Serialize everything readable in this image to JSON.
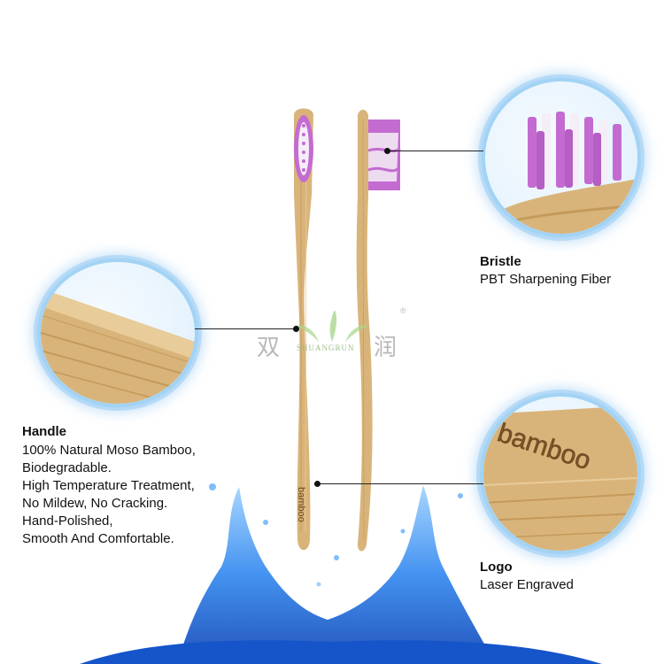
{
  "callouts": {
    "bristle": {
      "title": "Bristle",
      "text": "PBT Sharpening Fiber"
    },
    "handle": {
      "title": "Handle",
      "lines": [
        "100% Natural Moso Bamboo,",
        "Biodegradable.",
        "High Temperature Treatment,",
        "No Mildew, No Cracking.",
        "Hand-Polished,",
        "Smooth And Comfortable."
      ]
    },
    "logo": {
      "title": "Logo",
      "text": "Laser Engraved"
    }
  },
  "engraving": {
    "brush_text": "bamboo",
    "closeup_text": "bamboo"
  },
  "watermark": {
    "cn_left": "双",
    "cn_right": "润",
    "en": "SHUANGRUN",
    "reg": "®"
  },
  "colors": {
    "bamboo": "#d9b47a",
    "bamboo_dark": "#c49a5c",
    "bristle_pink": "#c46bd2",
    "bristle_white": "#f4eef6",
    "water": "#1f6fe0"
  }
}
